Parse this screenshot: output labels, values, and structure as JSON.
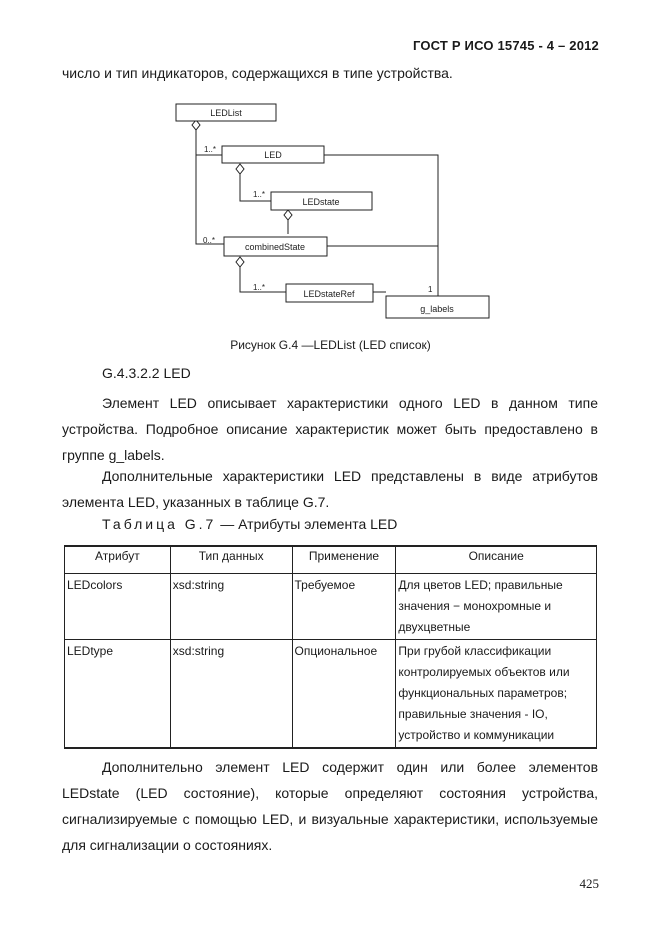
{
  "header": {
    "standard": "ГОСТ Р ИСО 15745 - 4 – 2012"
  },
  "intro_text": "число и тип индикаторов, содержащихся в типе устройства.",
  "diagram": {
    "boxes": {
      "ledlist": "LEDList",
      "led": "LED",
      "ledstate": "LEDstate",
      "combinedstate": "combinedState",
      "ledstateref": "LEDstateRef",
      "glabels": "g_labels"
    },
    "multiplicities": {
      "led": "1..*",
      "ledstate": "1..*",
      "combinedstate": "0..*",
      "ledstateref": "1..*",
      "glabels": "1"
    }
  },
  "figure_caption": "Рисунок G.4 —LEDList (LED список)",
  "section": {
    "number": "G.4.3.2.2",
    "title": "LED"
  },
  "para1": "Элемент LED описывает характеристики одного LED в данном типе устройства. Подробное описание характеристик может быть предоставлено в группе g_labels.",
  "para2": "Дополнительные характеристики LED представлены в виде атрибутов элемента LED, указанных в таблице G.7.",
  "table_title": {
    "prefix": "Таблица G.7",
    "rest": "— Атрибуты элемента LED"
  },
  "table": {
    "headers": [
      "Атрибут",
      "Тип данных",
      "Применение",
      "Описание"
    ],
    "rows": [
      [
        "LEDcolors",
        "xsd:string",
        "Требуемое",
        "Для цветов LED; правильные значения − монохромные и двухцветные"
      ],
      [
        "LEDtype",
        "xsd:string",
        "Опциональное",
        "При грубой классификации контролируемых объектов или функциональных параметров; правильные значения - IO, устройство и коммуникации"
      ]
    ]
  },
  "para3": "Дополнительно элемент LED содержит один или более элементов LEDstate (LED состояние), которые определяют состояния устройства, сигнализируемые с помощью LED, и визуальные характеристики, используемые для сигнализации о состояниях.",
  "page_number": "425"
}
